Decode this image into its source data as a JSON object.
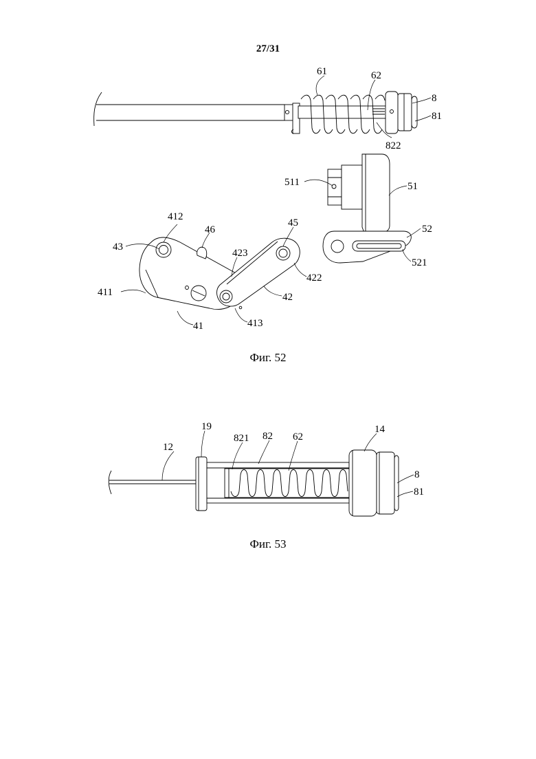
{
  "page_number": "27/31",
  "figures": [
    {
      "caption": "Фиг. 52",
      "labels": [
        "61",
        "62",
        "8",
        "81",
        "822",
        "511",
        "51",
        "52",
        "521",
        "412",
        "46",
        "45",
        "43",
        "423",
        "422",
        "411",
        "42",
        "41",
        "413"
      ]
    },
    {
      "caption": "Фиг. 53",
      "labels": [
        "19",
        "821",
        "82",
        "62",
        "14",
        "12",
        "8",
        "81"
      ]
    }
  ]
}
